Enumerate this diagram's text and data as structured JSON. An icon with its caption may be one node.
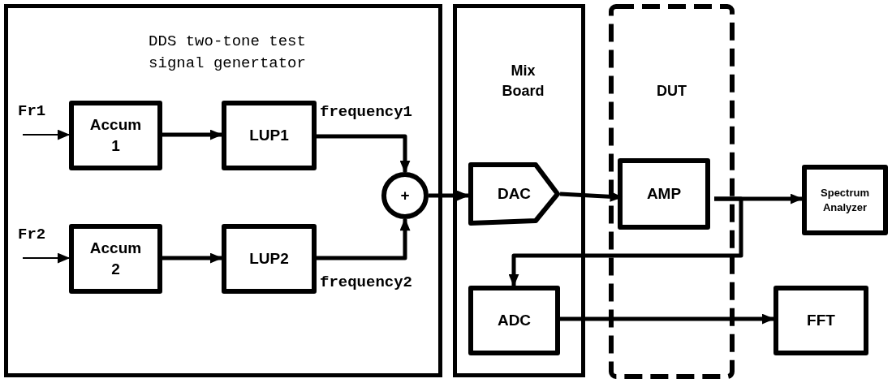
{
  "diagram": {
    "nodes": [
      {
        "text": [
          "DDS two-tone test signal genertator"
        ]
      },
      {
        "text": [
          "Accum 1"
        ],
        "in": 0
      },
      {
        "text": [
          "LUP1"
        ],
        "in": 0
      },
      {
        "text": [
          "Accum 2"
        ],
        "in": 0
      },
      {
        "text": [
          "LUP2"
        ],
        "in": 0
      },
      {
        "text": [
          "+"
        ],
        "in": 0
      },
      {
        "text": [
          "Mix Board"
        ]
      },
      {
        "text": [
          "DAC"
        ],
        "in": 6
      },
      {
        "text": [
          "ADC"
        ],
        "in": 6
      },
      {
        "text": [
          "DUT"
        ]
      },
      {
        "text": [
          "AMP"
        ],
        "in": 9
      },
      {
        "text": [
          "Spectrum Analyzer"
        ]
      },
      {
        "text": [
          "FFT"
        ]
      }
    ],
    "edges": [
      {
        "from": null,
        "to": 1,
        "arrow": "to",
        "label": "Fr1"
      },
      {
        "from": 1,
        "to": 2,
        "arrow": "to"
      },
      {
        "from": 2,
        "to": 5,
        "arrow": "to",
        "label": "frequency1"
      },
      {
        "from": null,
        "to": 3,
        "arrow": "to",
        "label": "Fr2"
      },
      {
        "from": 3,
        "to": 4,
        "arrow": "to"
      },
      {
        "from": 4,
        "to": 5,
        "arrow": "to",
        "label": "frequency2"
      },
      {
        "from": 5,
        "to": 7,
        "arrow": "to"
      },
      {
        "from": 7,
        "to": 10,
        "arrow": "to"
      },
      {
        "from": 10,
        "to": 11,
        "arrow": "to"
      },
      {
        "from": 10,
        "to": 8,
        "arrow": "to"
      },
      {
        "from": 8,
        "to": 12,
        "arrow": "to"
      }
    ]
  }
}
